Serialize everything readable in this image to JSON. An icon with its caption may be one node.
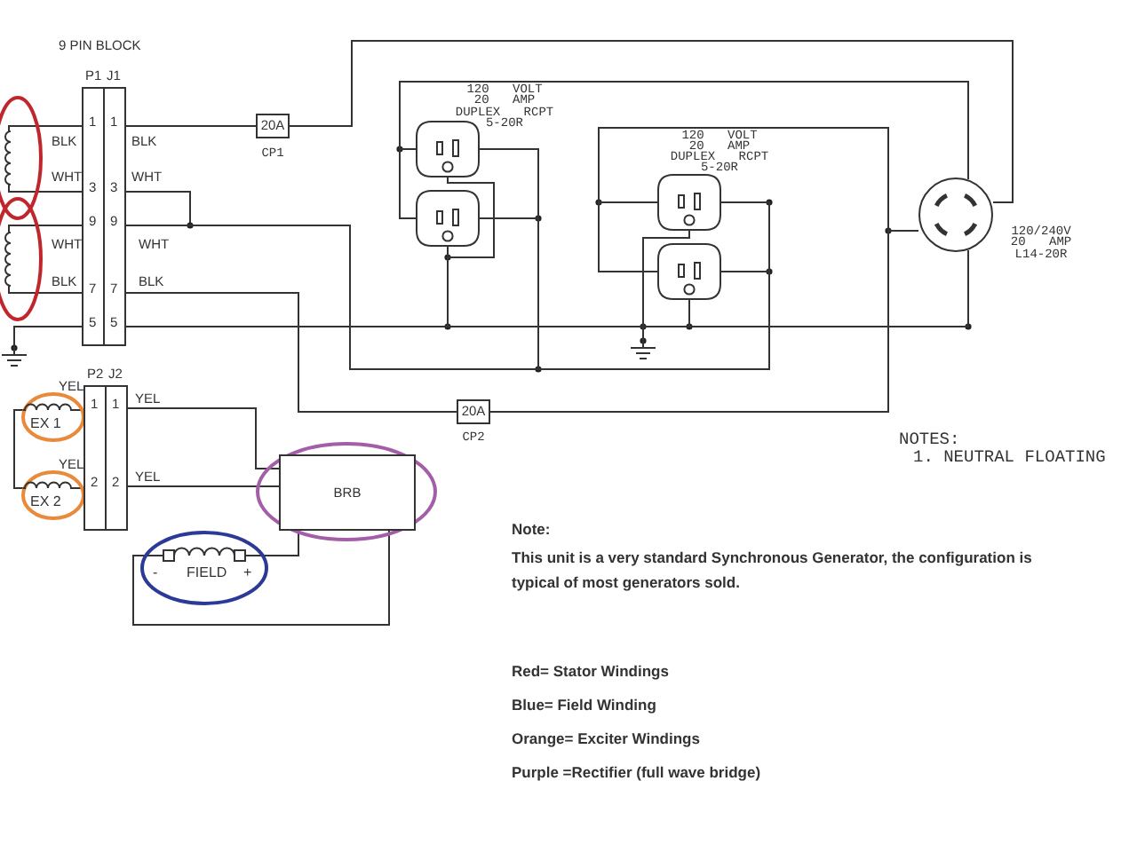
{
  "diagram": {
    "nodes": [
      {
        "text": [
          "P1",
          "1",
          "3",
          "9",
          "7",
          "5"
        ]
      },
      {
        "text": [
          "J1",
          "1",
          "3",
          "9",
          "7",
          "5"
        ]
      },
      {
        "text": [
          "P2",
          "1",
          "2"
        ]
      },
      {
        "text": [
          "J2",
          "1",
          "2"
        ]
      },
      {
        "text": [
          "20A"
        ],
        "beside": [
          "CP1"
        ]
      },
      {
        "text": [
          "20A"
        ],
        "beside": [
          "CP2"
        ]
      },
      {
        "text": [
          "BRB"
        ]
      },
      {
        "text": [],
        "shape": "outlet",
        "beside": [
          "120 VOLT 20 AMP DUPLEX RCPT 5-20R"
        ]
      },
      {
        "text": [],
        "shape": "outlet"
      },
      {
        "text": [],
        "shape": "outlet",
        "beside": [
          "120 VOLT 20 AMP DUPLEX RCPT 5-20R"
        ]
      },
      {
        "text": [],
        "shape": "outlet"
      },
      {
        "text": [],
        "shape": "circle",
        "beside": [
          "120/240V 20 AMP L14-20R"
        ]
      },
      {
        "text": [],
        "shape": "coil"
      },
      {
        "text": [],
        "shape": "coil"
      },
      {
        "text": [
          "EX 1"
        ]
      },
      {
        "text": [
          "EX 2"
        ]
      },
      {
        "text": [
          "-",
          "FIELD",
          "+"
        ]
      },
      {
        "text": [],
        "shape": "ground"
      },
      {
        "text": [],
        "shape": "ground"
      }
    ],
    "edges": [
      {
        "from": 12,
        "to": 0,
        "arrow": "none"
      },
      {
        "from": 12,
        "to": 0,
        "arrow": "none"
      },
      {
        "from": 13,
        "to": 0,
        "arrow": "none"
      },
      {
        "from": 13,
        "to": 0,
        "arrow": "none"
      },
      {
        "from": 0,
        "to": 17,
        "arrow": "none"
      },
      {
        "from": 1,
        "to": 4,
        "arrow": "none"
      },
      {
        "from": 4,
        "to": 11,
        "arrow": "none"
      },
      {
        "from": 1,
        "to": 7,
        "arrow": "none"
      },
      {
        "from": 1,
        "to": 8,
        "arrow": "none"
      },
      {
        "from": 1,
        "to": 9,
        "arrow": "none"
      },
      {
        "from": 1,
        "to": 10,
        "arrow": "none"
      },
      {
        "from": 1,
        "to": 5,
        "arrow": "none"
      },
      {
        "from": 5,
        "to": 11,
        "arrow": "none"
      },
      {
        "from": 5,
        "to": 9,
        "arrow": "none"
      },
      {
        "from": 5,
        "to": 10,
        "arrow": "none"
      },
      {
        "from": 11,
        "to": 7,
        "arrow": "none"
      },
      {
        "from": 11,
        "to": 8,
        "arrow": "none"
      },
      {
        "from": 1,
        "to": 11,
        "arrow": "none"
      },
      {
        "from": 7,
        "to": 8,
        "arrow": "none"
      },
      {
        "from": 8,
        "to": 1,
        "arrow": "none"
      },
      {
        "from": 9,
        "to": 18,
        "arrow": "none"
      },
      {
        "from": 10,
        "to": 1,
        "arrow": "none"
      },
      {
        "from": 14,
        "to": 2,
        "arrow": "none"
      },
      {
        "from": 14,
        "to": 15,
        "arrow": "none"
      },
      {
        "from": 15,
        "to": 2,
        "arrow": "none"
      },
      {
        "from": 3,
        "to": 6,
        "arrow": "none"
      },
      {
        "from": 3,
        "to": 6,
        "arrow": "none"
      },
      {
        "from": 16,
        "to": 6,
        "arrow": "none"
      },
      {
        "from": 16,
        "to": 6,
        "arrow": "none"
      }
    ],
    "labels": [
      "9 PIN BLOCK",
      "BLK",
      "BLK",
      "WHT",
      "WHT",
      "WHT",
      "WHT",
      "BLK",
      "BLK",
      "YEL",
      "YEL",
      "YEL",
      "YEL",
      "NOTES:",
      "1. NEUTRAL FLOATING",
      "Note:",
      "This unit is a very standard Synchronous Generator, the configuration is typical of most generators sold.",
      "Red= Stator Windings",
      "Blue= Field Winding",
      "Orange= Exciter Windings",
      "Purple =Rectifier (full wave bridge)"
    ]
  }
}
